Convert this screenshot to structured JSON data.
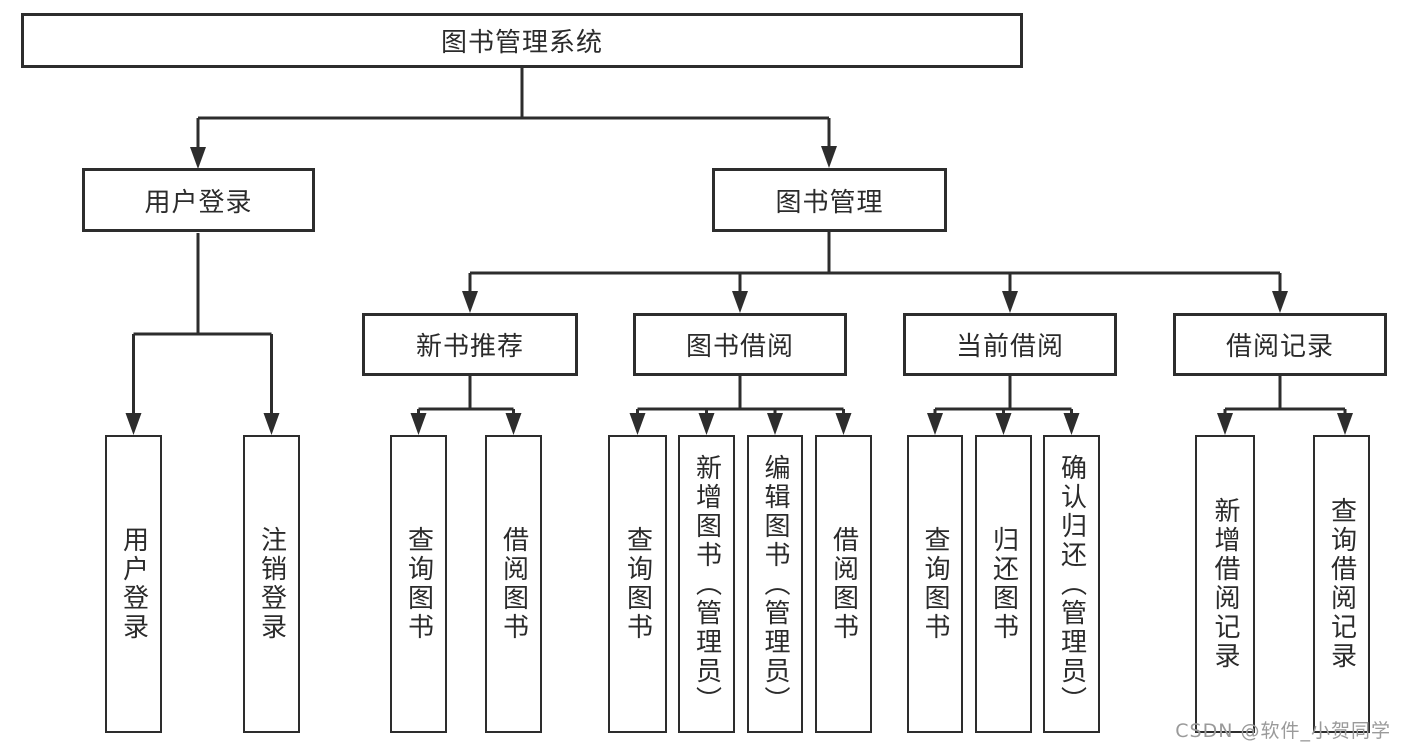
{
  "colors": {
    "line": "#2d2d2d",
    "box_border": "#2d2d2d",
    "box_fill": "#ffffff",
    "text": "#2b2b2b",
    "watermark": "#9a9a9a"
  },
  "diagram": {
    "tree": {
      "label": "图书管理系统",
      "children": [
        {
          "label": "用户登录",
          "children": [
            {
              "label": "用户登录"
            },
            {
              "label": "注销登录"
            }
          ]
        },
        {
          "label": "图书管理",
          "children": [
            {
              "label": "新书推荐",
              "children": [
                {
                  "label": "查询图书"
                },
                {
                  "label": "借阅图书"
                }
              ]
            },
            {
              "label": "图书借阅",
              "children": [
                {
                  "label": "查询图书"
                },
                {
                  "label": "新增图书（管理员）"
                },
                {
                  "label": "编辑图书（管理员）"
                },
                {
                  "label": "借阅图书"
                }
              ]
            },
            {
              "label": "当前借阅",
              "children": [
                {
                  "label": "查询图书"
                },
                {
                  "label": "归还图书"
                },
                {
                  "label": "确认归还（管理员）"
                }
              ]
            },
            {
              "label": "借阅记录",
              "children": [
                {
                  "label": "新增借阅记录"
                },
                {
                  "label": "查询借阅记录"
                }
              ]
            }
          ]
        }
      ]
    }
  },
  "watermark": {
    "text": "CSDN @软件_小贺同学"
  }
}
